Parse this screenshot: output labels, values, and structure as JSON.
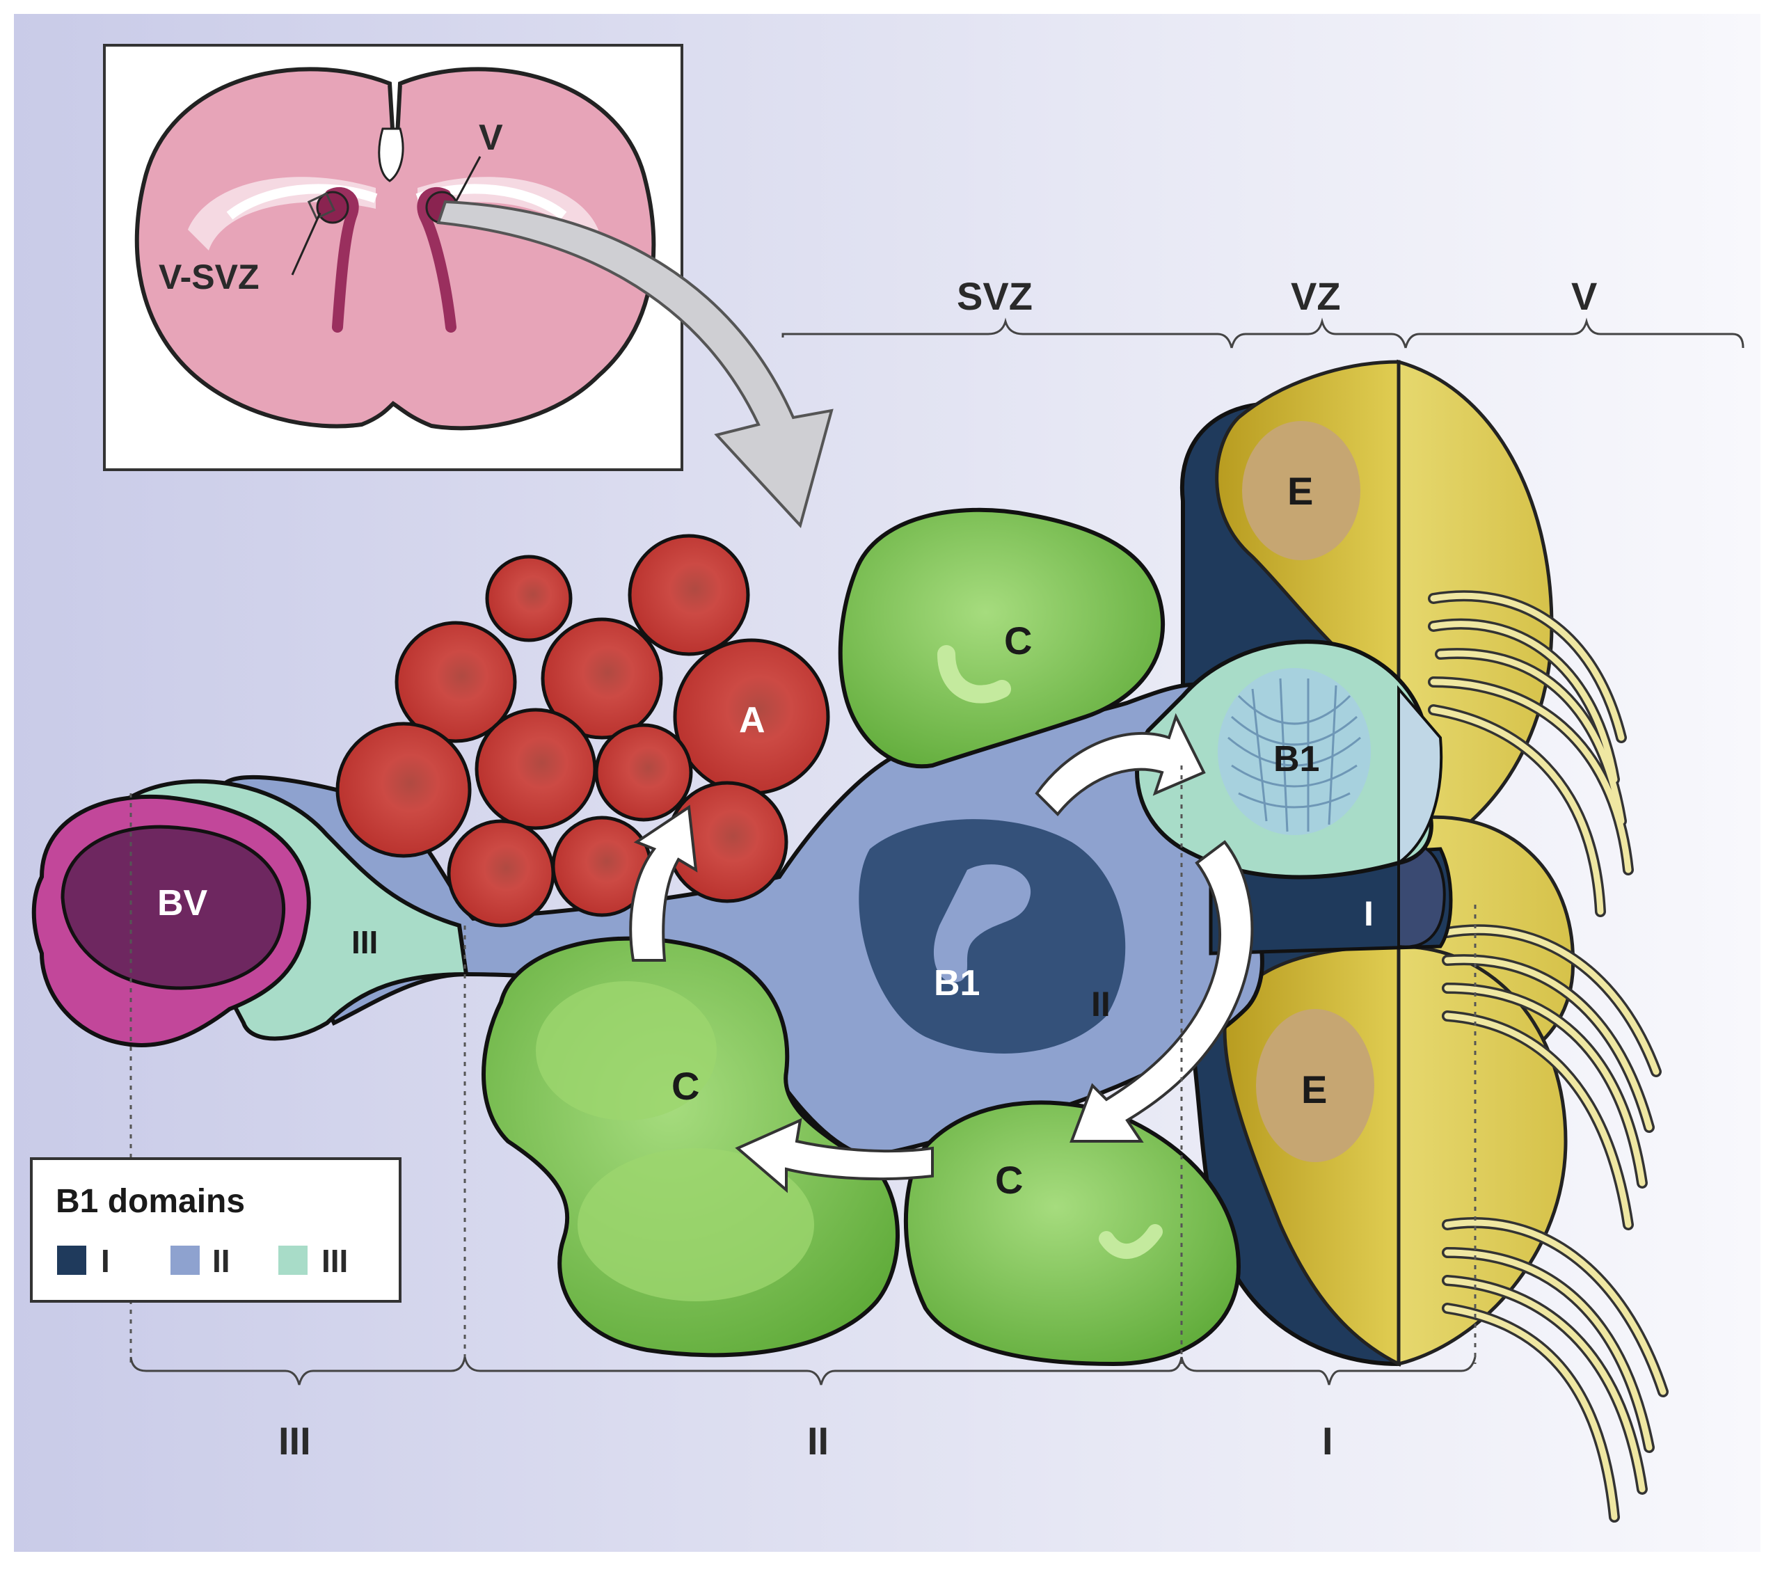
{
  "inset": {
    "label_v": "V",
    "label_vsvz": "V-SVZ"
  },
  "top_brackets": {
    "svz": "SVZ",
    "vz": "VZ",
    "v": "V"
  },
  "cells": {
    "a": "A",
    "bv": "BV",
    "b1_main": "B1",
    "b1_apical": "B1",
    "c_top": "C",
    "c_left": "C",
    "c_bottom": "C",
    "e_top": "E",
    "e_bottom": "E",
    "domain_i_marker": "I",
    "domain_ii_marker": "II",
    "domain_iii_marker": "III"
  },
  "bottom_brackets": {
    "iii": "III",
    "ii": "II",
    "i": "I"
  },
  "legend": {
    "title": "B1 domains",
    "items": [
      {
        "label": "I",
        "color": "#1f3a5c"
      },
      {
        "label": "II",
        "color": "#8ea2cf"
      },
      {
        "label": "III",
        "color": "#a8dcc8"
      }
    ]
  },
  "colors": {
    "domain_i": "#1f3a5c",
    "domain_ii": "#8ea2cf",
    "domain_iii": "#a8dcc8",
    "type_a": "#c8423e",
    "type_c": "#7cc24e",
    "ependymal": "#d8c44a",
    "blood_vessel": "#c2479a",
    "brain": "#e7a4b8"
  }
}
